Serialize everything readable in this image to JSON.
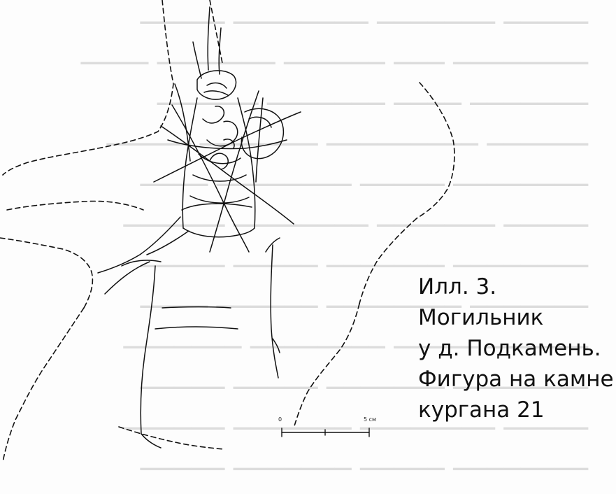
{
  "caption": {
    "line1": "Илл. 3.",
    "line2": "Могильник",
    "line3": "у д. Подкамень.",
    "line4": "Фигура на камне",
    "line5": "кургана 21"
  },
  "scale_bar": {
    "start_label": "0",
    "end_label": "5 см"
  },
  "colors": {
    "ink": "#111111",
    "paper": "#fdfdfd",
    "bleed": "#dcdcdc"
  }
}
